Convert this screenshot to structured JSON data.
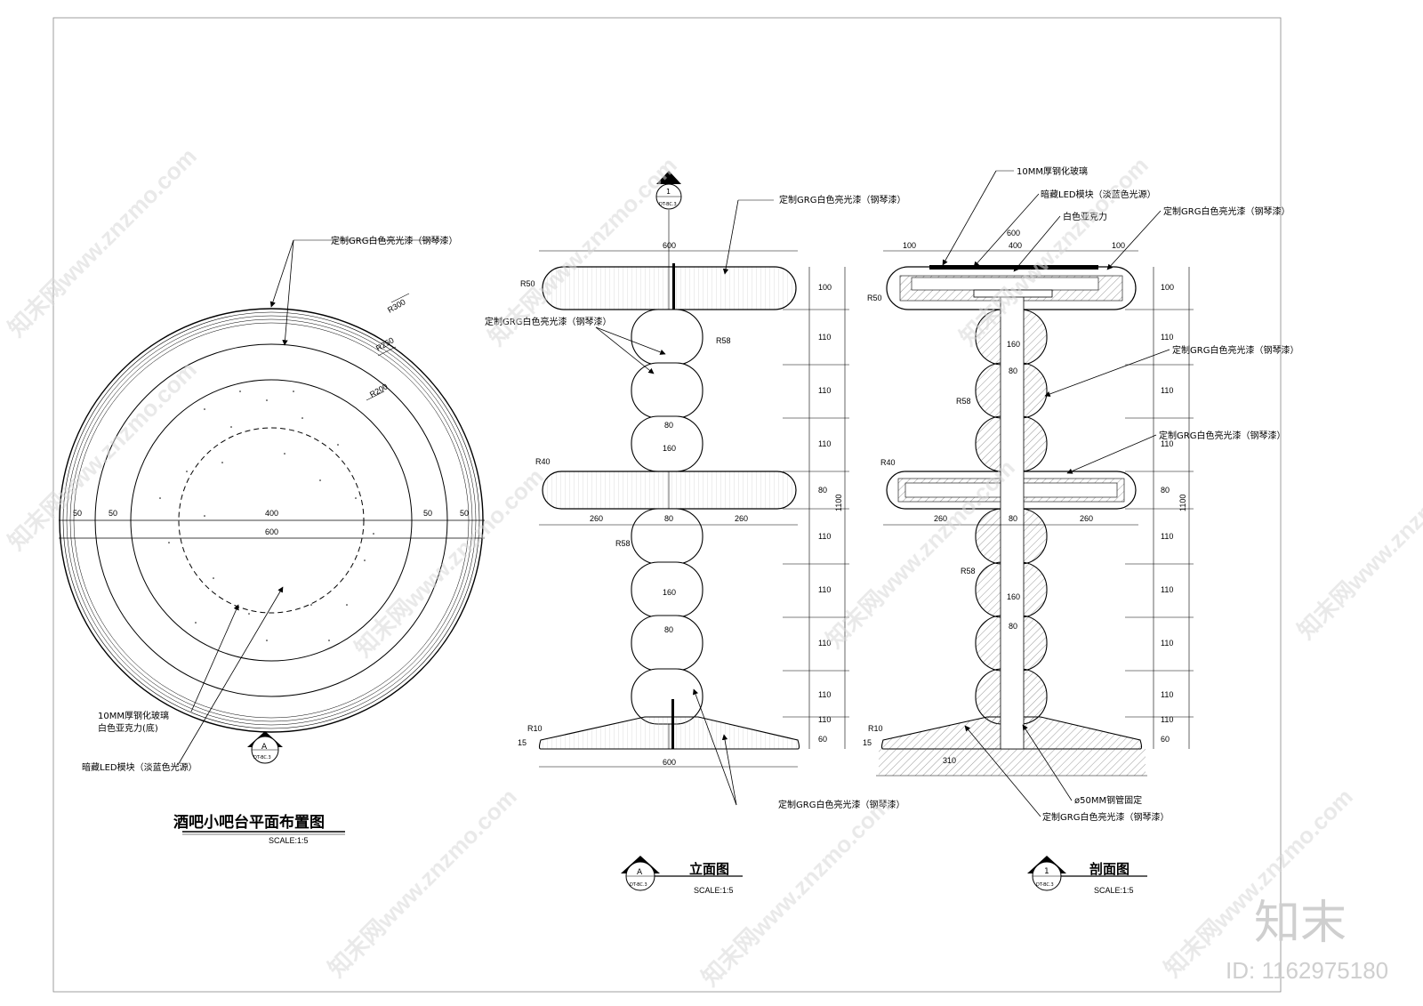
{
  "plan": {
    "title": "酒吧小吧台平面布置图",
    "scale": "SCALE:1:5",
    "symbol_letter": "A",
    "symbol_ref": "DT-BC.3",
    "callout_top": "定制GRG白色亮光漆（钢琴漆）",
    "callout_glass": "10MM厚钢化玻璃",
    "callout_acrylic": "白色亚克力(底)",
    "callout_led": "暗藏LED模块（淡蓝色光源）",
    "radius_labels": [
      "R300",
      "R250",
      "R200"
    ],
    "dims": [
      "50",
      "50",
      "400",
      "50",
      "50",
      "600"
    ]
  },
  "elevation": {
    "title": "立面图",
    "scale": "SCALE:1:5",
    "symbol_letter": "A",
    "symbol_ref": "DT-BC.3",
    "section_letter": "1",
    "section_ref": "DT-BC.3",
    "callout_top": "定制GRG白色亮光漆（钢琴漆）",
    "callout_left": "定制GRG白色亮光漆（钢琴漆）",
    "callout_bottom": "定制GRG白色亮光漆（钢琴漆）",
    "labels": [
      "600",
      "R50",
      "R58",
      "80",
      "160",
      "R40",
      "260",
      "80",
      "260",
      "R58",
      "160",
      "80",
      "R10",
      "15",
      "600"
    ],
    "right_dims": [
      "100",
      "110",
      "110",
      "110",
      "80",
      "110",
      "110",
      "110",
      "110",
      "110",
      "60"
    ],
    "total": "1100"
  },
  "section": {
    "title": "剖面图",
    "scale": "SCALE:1:5",
    "symbol_letter": "1",
    "symbol_ref": "DT-BC.3",
    "callout_glass": "10MM厚钢化玻璃",
    "callout_led": "暗藏LED模块（淡蓝色光源）",
    "callout_acrylic": "白色亚克力",
    "callout_grg1": "定制GRG白色亮光漆（钢琴漆）",
    "callout_grg2": "定制GRG白色亮光漆（钢琴漆）",
    "callout_grg3": "定制GRG白色亮光漆（钢琴漆）",
    "callout_pipe": "ø50MM钢管固定",
    "callout_grg4": "定制GRG白色亮光漆（钢琴漆）",
    "labels": [
      "600",
      "100",
      "400",
      "100",
      "R50",
      "160",
      "80",
      "R58",
      "R40",
      "260",
      "80",
      "260",
      "R58",
      "160",
      "80",
      "R10",
      "15",
      "310"
    ],
    "right_dims": [
      "100",
      "110",
      "110",
      "110",
      "80",
      "110",
      "110",
      "110",
      "110",
      "110",
      "60"
    ],
    "total": "1100"
  },
  "watermark": {
    "brand": "知末",
    "id": "ID: 1162975180",
    "site": "知末网www.znzmo.com"
  }
}
